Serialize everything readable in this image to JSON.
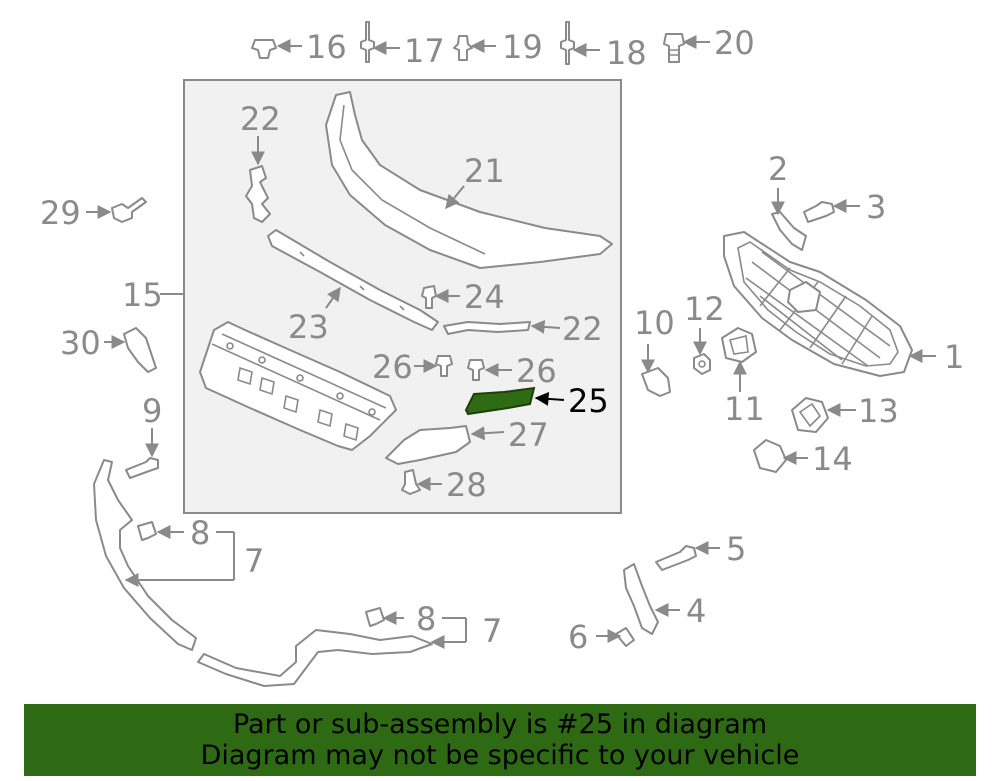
{
  "highlight": {
    "part_number": "25",
    "color": "#2e6a14"
  },
  "callouts": {
    "c1": "1",
    "c2": "2",
    "c3": "3",
    "c4": "4",
    "c5": "5",
    "c6": "6",
    "c7a": "7",
    "c7b": "7",
    "c8a": "8",
    "c8b": "8",
    "c9": "9",
    "c10": "10",
    "c11": "11",
    "c12": "12",
    "c13": "13",
    "c14": "14",
    "c15": "15",
    "c16": "16",
    "c17": "17",
    "c18": "18",
    "c19": "19",
    "c20": "20",
    "c21": "21",
    "c22a": "22",
    "c22b": "22",
    "c23": "23",
    "c24": "24",
    "c25": "25",
    "c26a": "26",
    "c26b": "26",
    "c27": "27",
    "c28": "28",
    "c29": "29",
    "c30": "30"
  },
  "banner": {
    "line1": "Part or sub-assembly is #25 in diagram",
    "line2": "Diagram may not be specific to your vehicle"
  }
}
